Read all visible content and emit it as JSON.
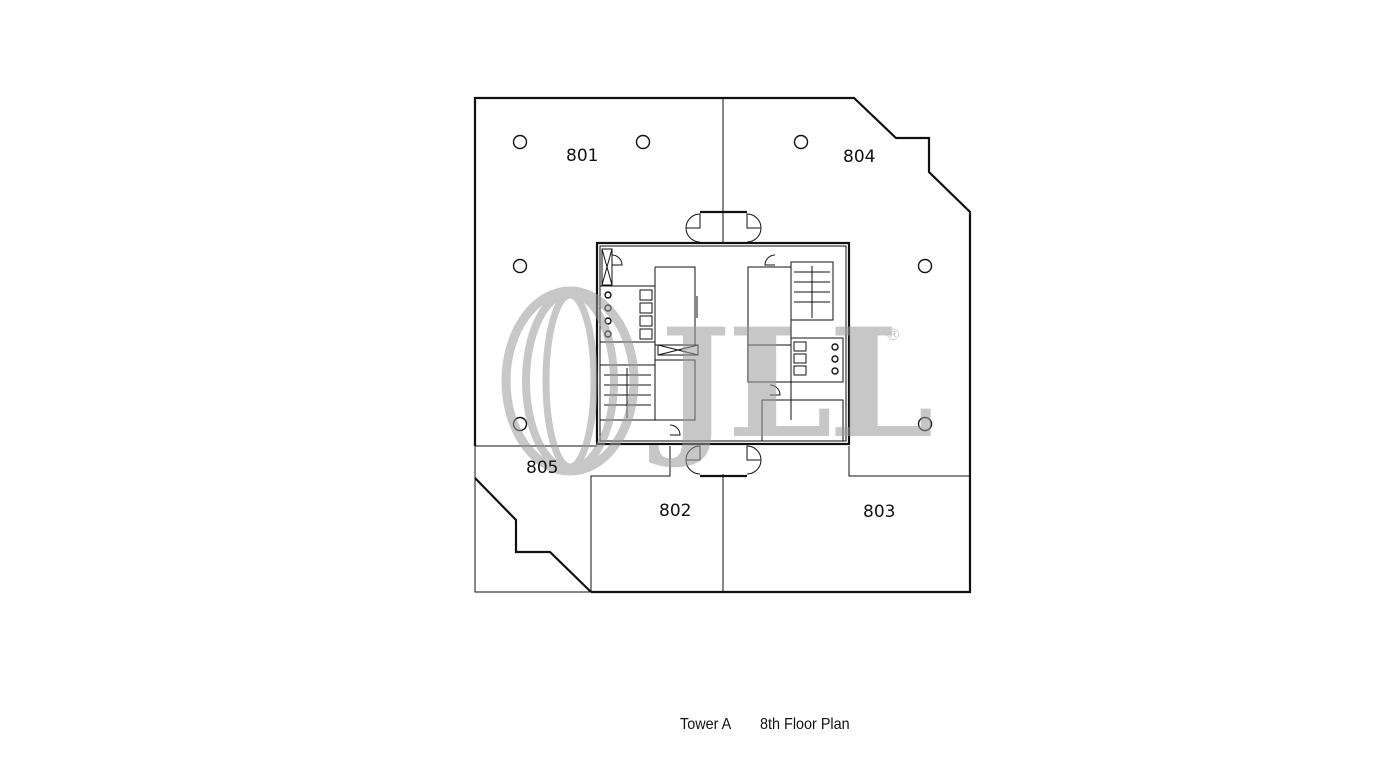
{
  "units": {
    "u801": "801",
    "u802": "802",
    "u803": "803",
    "u804": "804",
    "u805": "805"
  },
  "caption": {
    "tower": "Tower A",
    "floor": "8th Floor Plan"
  },
  "watermark": {
    "text": "JLL",
    "registered": "®",
    "color": "#9a9a9a"
  }
}
